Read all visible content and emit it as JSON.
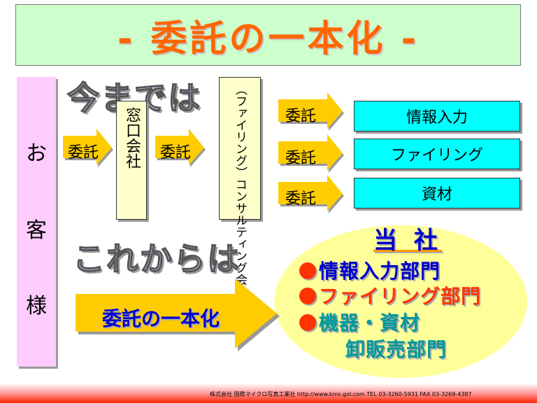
{
  "title": "- 委託の一本化 -",
  "customer": [
    "お",
    "客",
    "様"
  ],
  "current_label": "今までは",
  "future_label": "これからは",
  "arrows": {
    "customer_to_window": "委託",
    "window_to_consulting": "委託",
    "to_info_input": "委託",
    "to_filing": "委託",
    "to_materials": "委託",
    "unified": "委託の一本化"
  },
  "window_company": "窓口会社",
  "consulting_company": "（ファイリング）コンサルティング会社",
  "services": [
    "情報入力",
    "ファイリング",
    "資材"
  ],
  "company": {
    "title": "当 社",
    "departments": [
      {
        "text": "情報入力部門",
        "color": "#0000cc"
      },
      {
        "text": "ファイリング部門",
        "color": "#ff3300"
      },
      {
        "text": "機器・資材",
        "color": "#009999"
      },
      {
        "text": "卸販売部門",
        "color": "#009999"
      }
    ]
  },
  "colors": {
    "title": "#ff6600",
    "arrow": "#ffcc00",
    "cyan_box": "#00ffff",
    "customer_bg": "#ffccff"
  },
  "footer": "株式会社 国際マイクロ写真工業社 http://www.kms.gol.com TEL 03-3260-5931 FAX 03-3269-4387"
}
